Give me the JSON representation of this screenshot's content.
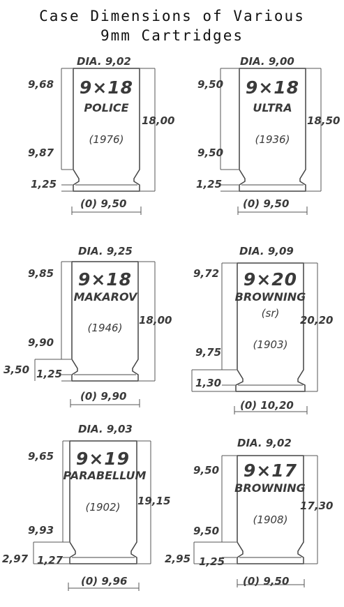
{
  "title": {
    "line1": "Case Dimensions of Various",
    "line2": "9mm Cartridges"
  },
  "cartridges": [
    {
      "diameter": "DIA. 9,02",
      "name": "9×18",
      "subtitle": "POLICE",
      "year": "(1976)",
      "upper": "9,68",
      "lower": "9,87",
      "rim": "1,25",
      "length": "18,00",
      "base": "(0) 9,50"
    },
    {
      "diameter": "DIA. 9,00",
      "name": "9×18",
      "subtitle": "ULTRA",
      "year": "(1936)",
      "upper": "9,50",
      "lower": "9,50",
      "rim": "1,25",
      "length": "18,50",
      "base": "(0) 9,50"
    },
    {
      "diameter": "DIA. 9,25",
      "name": "9×18",
      "subtitle": "MAKAROV",
      "year": "(1946)",
      "upper": "9,85",
      "lower": "9,90",
      "rim": "1,25",
      "extra": "3,50",
      "length": "18,00",
      "base": "(0) 9,90"
    },
    {
      "diameter": "DIA. 9,09",
      "name": "9×20",
      "subtitle": "BROWNING",
      "note": "(sr)",
      "year": "(1903)",
      "upper": "9,72",
      "lower": "9,75",
      "rim": "1,30",
      "length": "20,20",
      "base": "(0) 10,20"
    },
    {
      "diameter": "DIA. 9,03",
      "name": "9×19",
      "subtitle": "PARABELLUM",
      "year": "(1902)",
      "upper": "9,65",
      "lower": "9,93",
      "rim": "1,27",
      "extra": "2,97",
      "length": "19,15",
      "base": "(0) 9,96"
    },
    {
      "diameter": "DIA. 9,02",
      "name": "9×17",
      "subtitle": "BROWNING",
      "year": "(1908)",
      "upper": "9,50",
      "lower": "9,50",
      "rim": "1,25",
      "extra": "2,95",
      "length": "17,30",
      "base": "(0) 9,50"
    }
  ]
}
